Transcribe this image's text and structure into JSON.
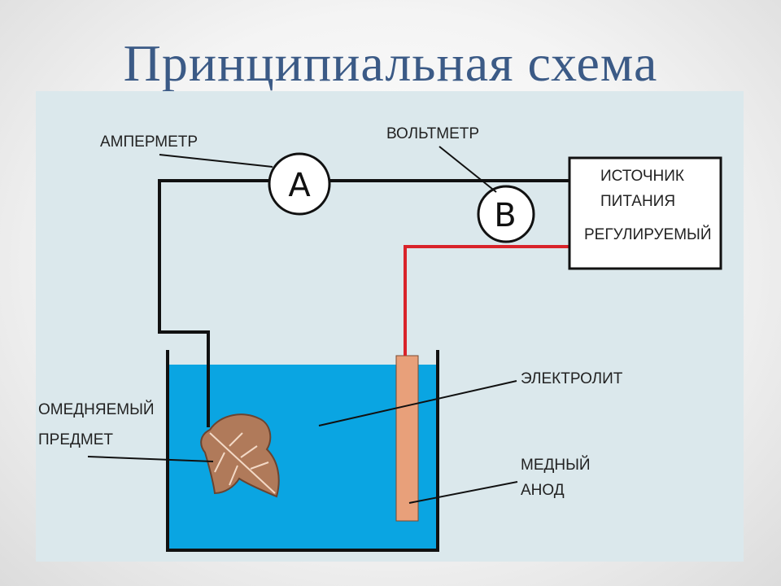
{
  "title": "Принципиальная схема",
  "labels": {
    "ammeter": "АМПЕРМЕТР",
    "voltmeter": "ВОЛЬТМЕТР",
    "power_source_line1": "ИСТОЧНИК",
    "power_source_line2": "ПИТАНИЯ",
    "power_source_line3": "РЕГУЛИРУЕМЫЙ",
    "electrolyte": "ЭЛЕКТРОЛИТ",
    "object_line1": "ОМЕДНЯЕМЫЙ",
    "object_line2": "ПРЕДМЕТ",
    "anode_line1": "МЕДНЫЙ",
    "anode_line2": "АНОД"
  },
  "meters": {
    "ammeter_symbol": "A",
    "voltmeter_symbol": "B"
  },
  "colors": {
    "title": "#3b5a86",
    "panel": "#dbe8ec",
    "electrolyte": "#0aa5e2",
    "anode": "#e8a07a",
    "positive_wire": "#d9232a",
    "wire": "#111111",
    "leaf": "#b07a5a"
  }
}
